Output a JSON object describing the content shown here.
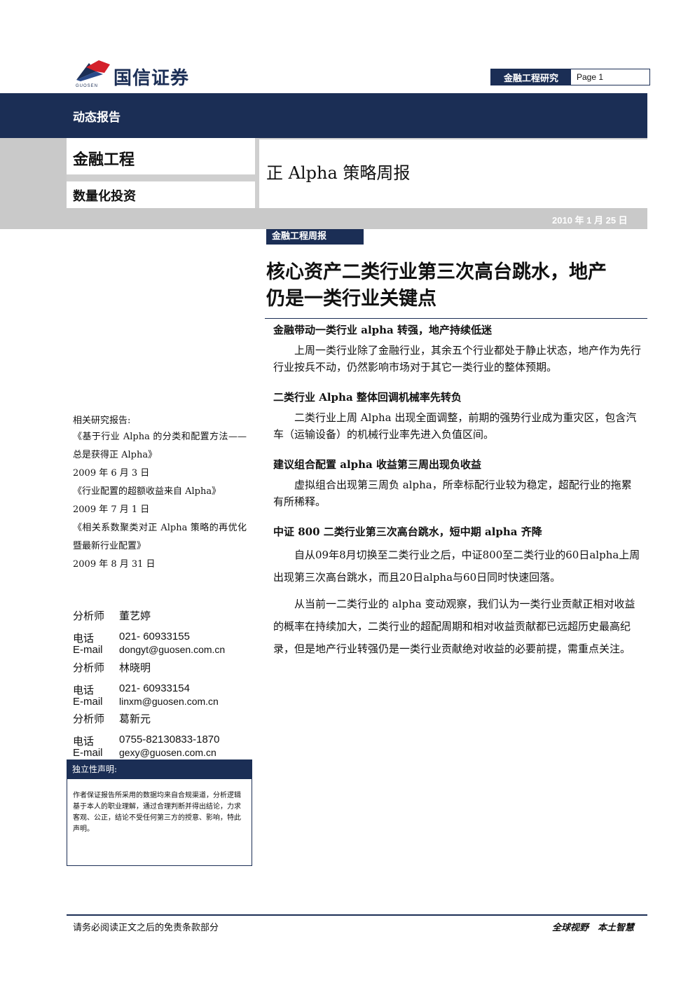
{
  "header": {
    "brand_cn": "国信证券",
    "brand_en": "GUOSEN",
    "dept": "金融工程研究",
    "page": "Page 1"
  },
  "band": {
    "report_type": "动态报告"
  },
  "category": {
    "primary": "金融工程",
    "secondary": "数量化投资"
  },
  "report_title": "正 Alpha 策略周报",
  "date": "2010 年 1 月 25 日",
  "tag": "金融工程周报",
  "headline": {
    "line1": "核心资产二类行业第三次高台跳水，地产",
    "line2": "仍是一类行业关键点"
  },
  "sections": [
    {
      "title": "金融带动一类行业 alpha 转强，地产持续低迷",
      "paragraphs": [
        "上周一类行业除了金融行业，其余五个行业都处于静止状态，地产作为先行行业按兵不动，仍然影响市场对于其它一类行业的整体预期。"
      ]
    },
    {
      "title": "二类行业 Alpha 整体回调机械率先转负",
      "paragraphs": [
        "二类行业上周 Alpha 出现全面调整，前期的强势行业成为重灾区，包含汽车（运输设备）的机械行业率先进入负值区间。"
      ]
    },
    {
      "title": "建议组合配置 alpha 收益第三周出现负收益",
      "paragraphs": [
        "虚拟组合出现第三周负 alpha，所幸标配行业较为稳定，超配行业的拖累有所稀释。"
      ]
    },
    {
      "title": "中证 800 二类行业第三次高台跳水，短中期 alpha 齐降",
      "paragraphs": [
        "自从09年8月切换至二类行业之后，中证800至二类行业的60日alpha上周出现第三次高台跳水，而且20日alpha与60日同时快速回落。",
        "从当前一二类行业的 alpha 变动观察，我们认为一类行业贡献正相对收益的概率在持续加大，二类行业的超配周期和相对收益贡献都已远超历史最高纪录，但是地产行业转强仍是一类行业贡献绝对收益的必要前提，需重点关注。"
      ]
    }
  ],
  "sidebar": {
    "related_label": "相关研究报告:",
    "related": [
      "《基于行业 Alpha 的分类和配置方法——总是获得正 Alpha》",
      "2009 年 6 月 3 日",
      "《行业配置的超额收益来自 Alpha》",
      "2009 年 7 月 1 日",
      "《相关系数聚类对正 Alpha 策略的再优化暨最新行业配置》",
      "2009 年 8 月 31 日"
    ],
    "analysts": [
      {
        "role": "分析师",
        "name": "董艺婷",
        "phone_label": "电话",
        "phone": "021- 60933155",
        "email_label": "E-mail",
        "email": "dongyt@guosen.com.cn"
      },
      {
        "role": "分析师",
        "name": "林晓明",
        "phone_label": "电话",
        "phone": "021- 60933154",
        "email_label": "E-mail",
        "email": "linxm@guosen.com.cn"
      },
      {
        "role": "分析师",
        "name": "葛新元",
        "phone_label": "电话",
        "phone": "0755-82130833-1870",
        "email_label": "E-mail",
        "email": "gexy@guosen.com.cn"
      }
    ],
    "independence_title": "独立性声明:",
    "independence_text": "作者保证报告所采用的数据均来自合规渠道，分析逻辑基于本人的职业理解，通过合理判断并得出结论，力求客观、公正，结论不受任何第三方的授意、影响，特此声明。"
  },
  "footer": {
    "left": "请务必阅读正文之后的免责条款部分",
    "right": "全球视野　本土智慧"
  },
  "colors": {
    "navy": "#1b2e55",
    "logo_red": "#d4202a",
    "grey": "#c9c9c9"
  }
}
